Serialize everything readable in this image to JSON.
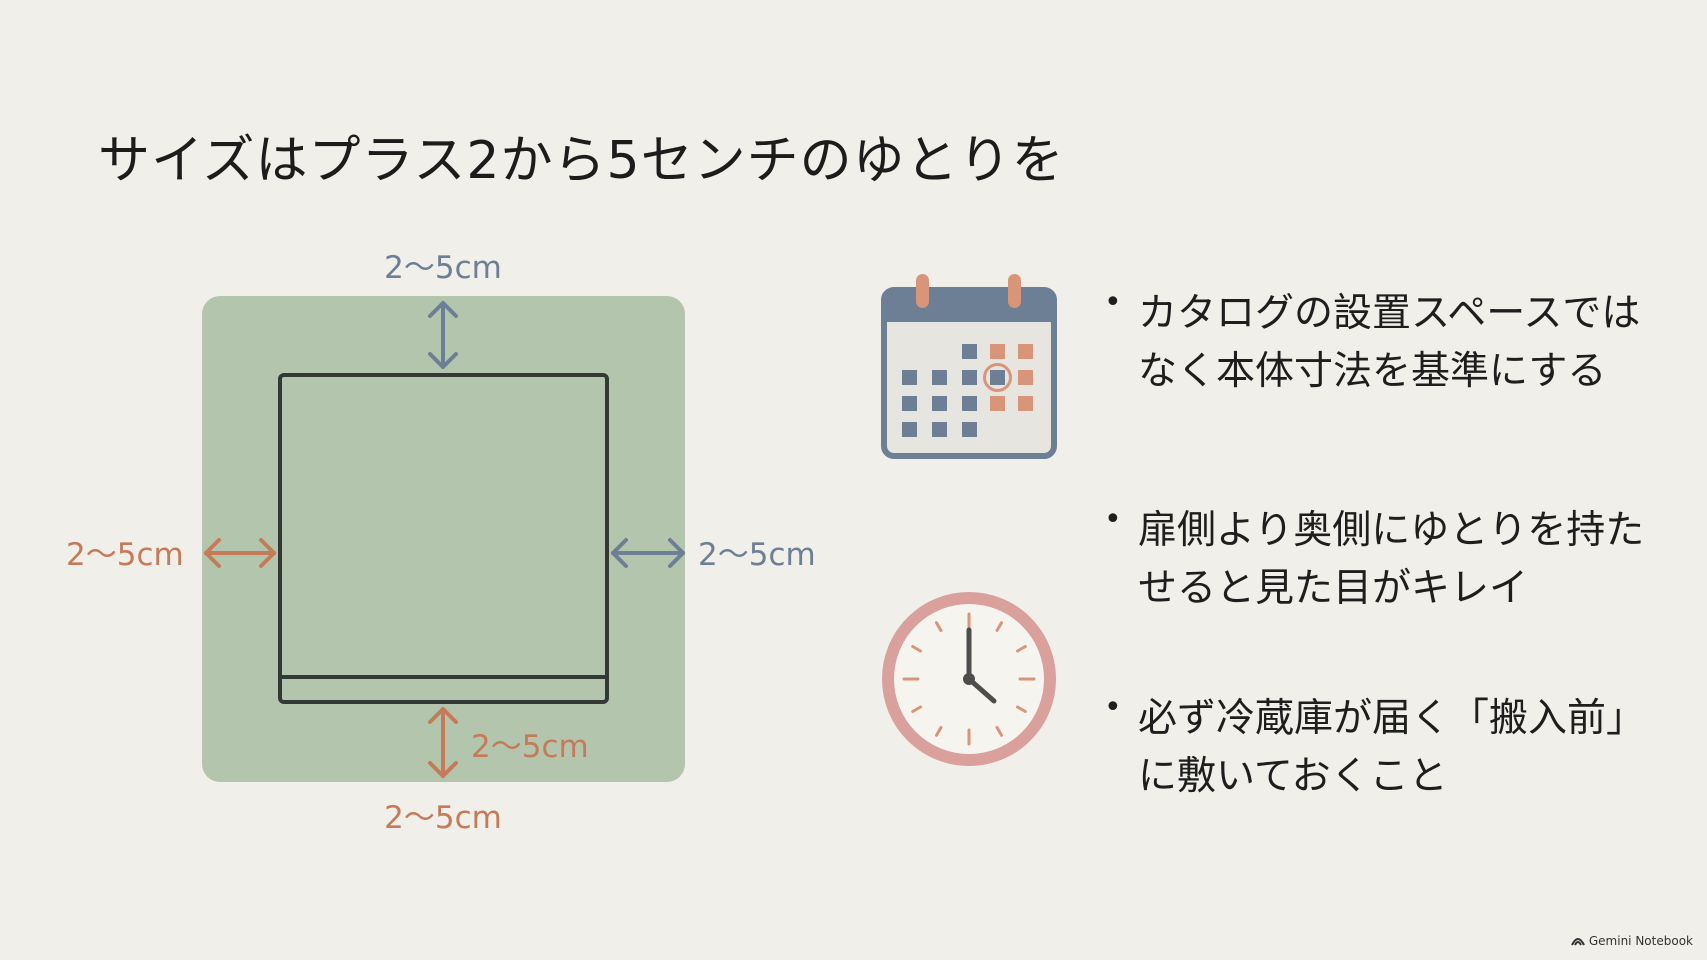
{
  "title": "サイズはプラス2から5センチのゆとりを",
  "diagram": {
    "labels": {
      "top": "2〜5cm",
      "left": "2〜5cm",
      "right": "2〜5cm",
      "bottom_inner": "2〜5cm",
      "bottom_outer": "2〜5cm"
    },
    "colors": {
      "mat": "#b3c6ad",
      "fridge_outline": "#333a36",
      "blue_arrow": "#6d7f94",
      "orange_arrow": "#c57a58"
    }
  },
  "icons": {
    "calendar": "calendar-icon",
    "clock": "clock-icon"
  },
  "bullets": [
    "カタログの設置スペースではなく本体寸法を基準にする",
    "扉側より奥側にゆとりを持たせると見た目がキレイ",
    "必ず冷蔵庫が届く「搬入前」に敷いておくこと"
  ],
  "watermark": "Gemini Notebook"
}
